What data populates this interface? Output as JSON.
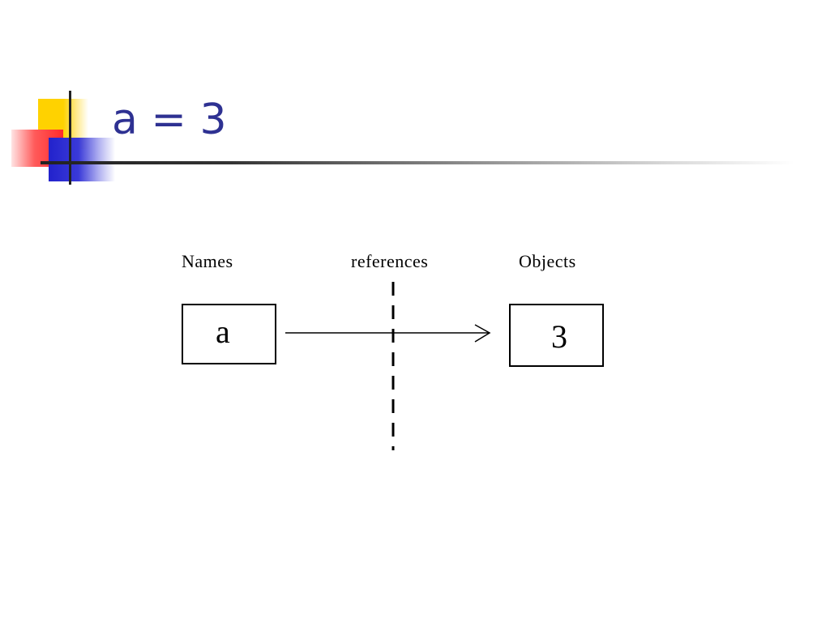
{
  "slide": {
    "title": "a = 3"
  },
  "diagram": {
    "names_label": "Names",
    "references_label": "references",
    "objects_label": "Objects",
    "name_value": "a",
    "object_value": "3"
  },
  "colors": {
    "title": "#2e3192",
    "deco_yellow": "#ffd200",
    "deco_red": "#ff2a2a",
    "deco_blue": "#2222cc"
  }
}
